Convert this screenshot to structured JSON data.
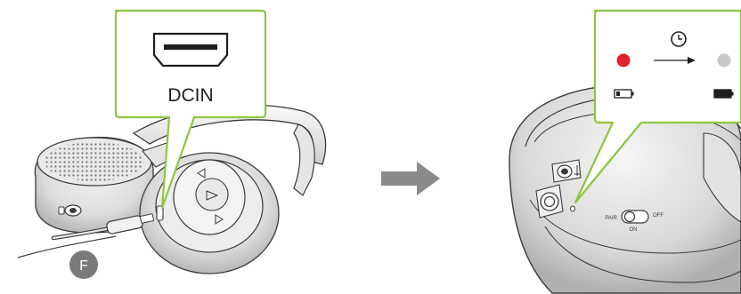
{
  "left_panel": {
    "callout_label": "DCIN",
    "step_badge": "F",
    "callout_icon": "dc-in-port-icon"
  },
  "arrow": {
    "icon": "right-arrow-icon"
  },
  "right_panel": {
    "switch_labels": {
      "left": "PAIR",
      "right": "OFF",
      "bottom": "ON"
    },
    "indicator": {
      "start_led_color": "#e0202a",
      "end_led_color": "#c8c8c8",
      "timer_icon": "clock-icon",
      "start_battery_icon": "battery-low-icon",
      "end_battery_icon": "battery-full-icon"
    }
  },
  "colors": {
    "callout_border": "#8dc63f",
    "arrow_gray": "#8a8a8a",
    "line_art": "#3a3a3a",
    "badge_gray": "#7a7a7a"
  }
}
